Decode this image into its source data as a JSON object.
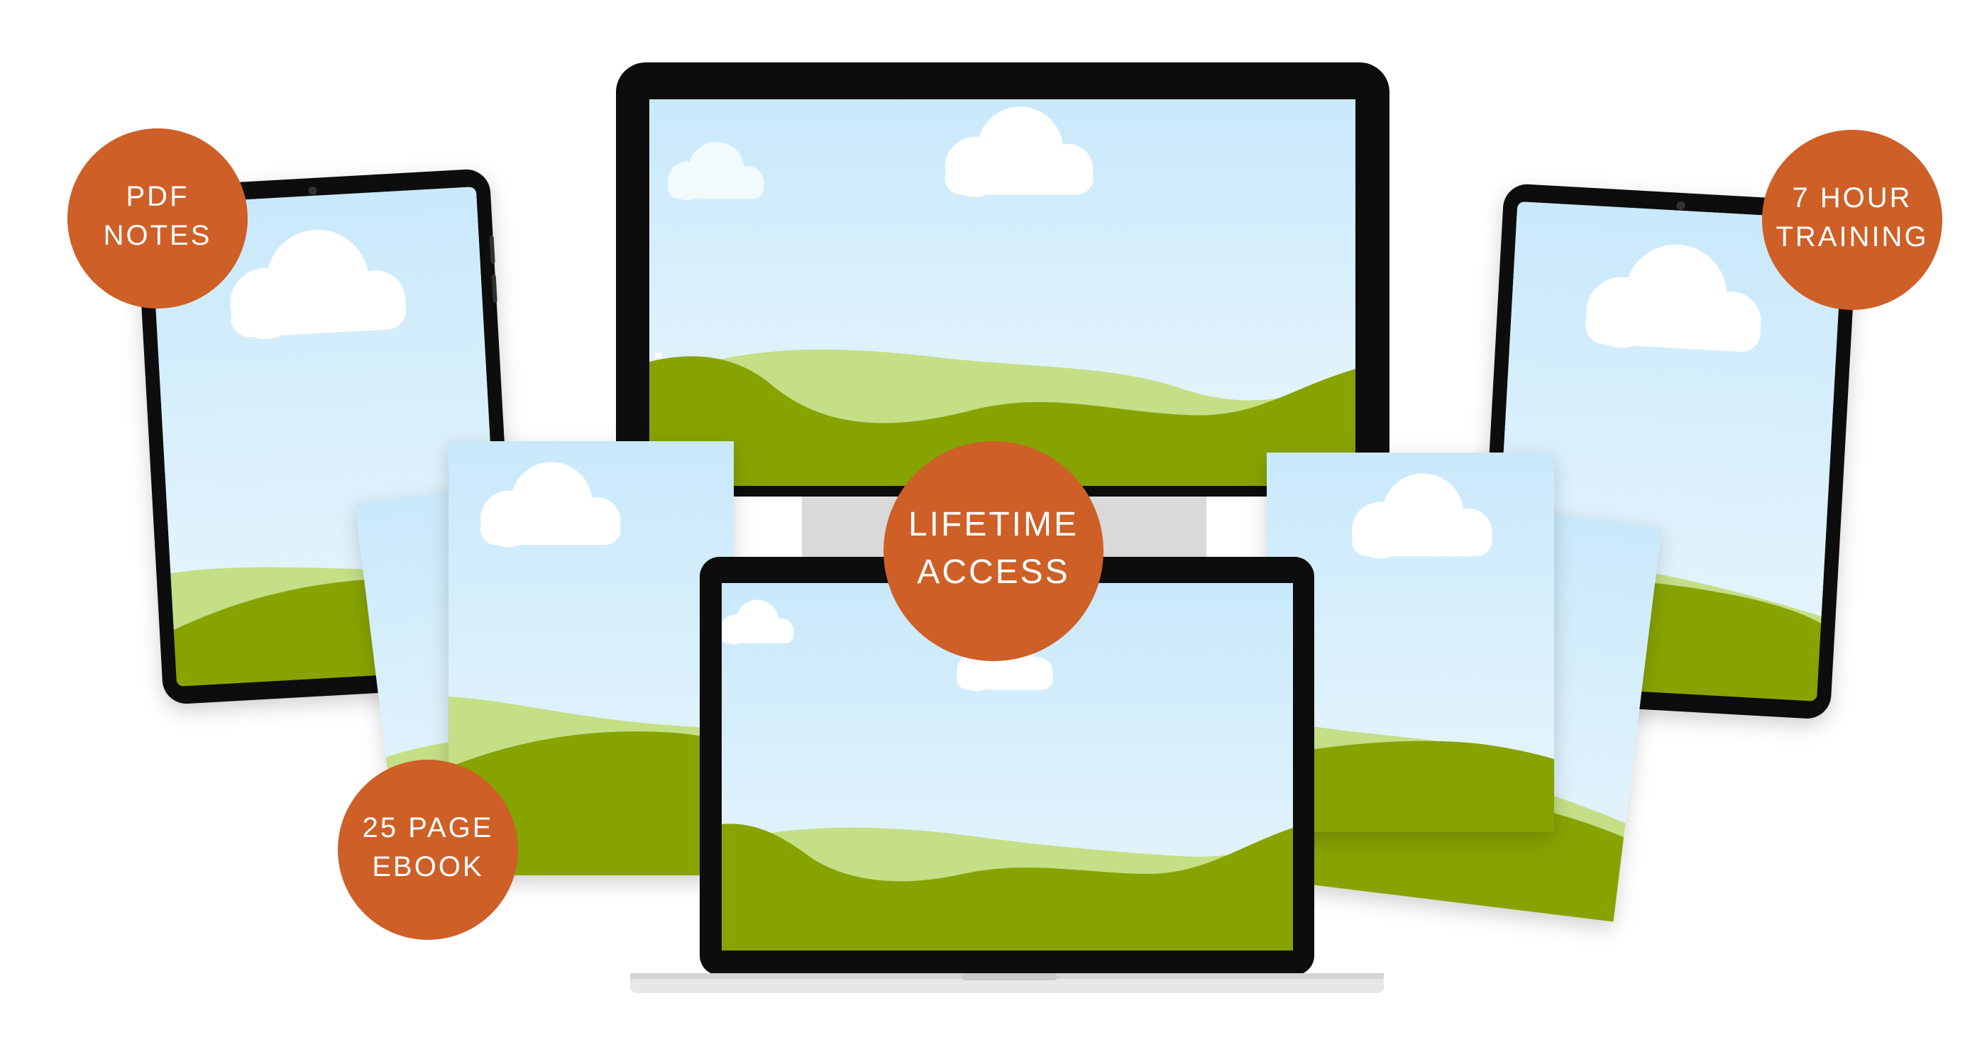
{
  "badges": {
    "pdf_notes": {
      "line1": "PDF",
      "line2": "NOTES"
    },
    "training": {
      "line1": "7 HOUR",
      "line2": "TRAINING"
    },
    "lifetime": {
      "line1": "LIFETIME",
      "line2": "ACCESS"
    },
    "ebook": {
      "line1": "25 PAGE",
      "line2": "EBOOK"
    }
  },
  "colors": {
    "badge": "#cd5f27",
    "sky_top": "#c9e9fb",
    "sky_bottom": "#eaf6fd",
    "hill_light": "#c4df86",
    "hill_dark": "#87a300",
    "device_frame": "#0d0d0d",
    "laptop_base": "#e7e7e7"
  }
}
